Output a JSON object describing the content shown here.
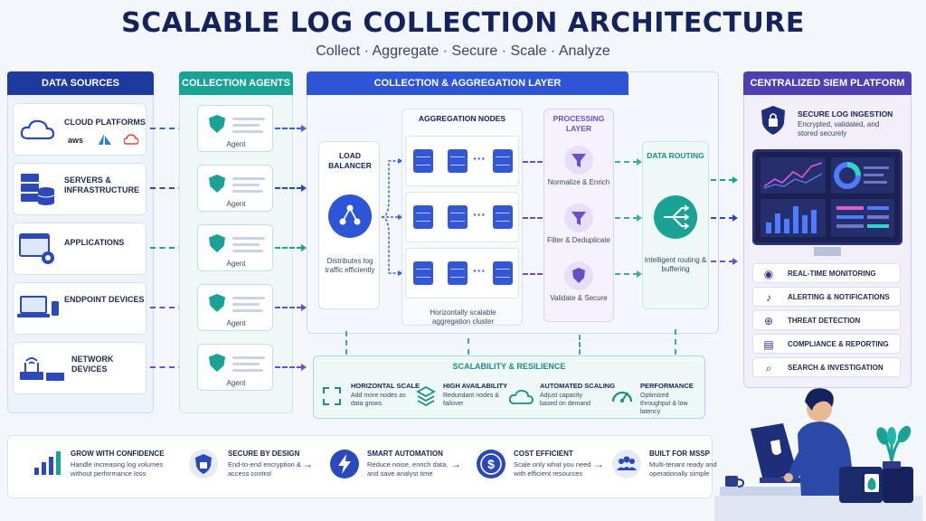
{
  "title": "SCALABLE LOG COLLECTION ARCHITECTURE",
  "subtitle": "Collect · Aggregate · Secure · Scale · Analyze",
  "data_sources": {
    "header": "DATA SOURCES",
    "items": [
      {
        "label": "CLOUD PLATFORMS",
        "extras": [
          "aws"
        ]
      },
      {
        "label": "SERVERS & INFRASTRUCTURE"
      },
      {
        "label": "APPLICATIONS"
      },
      {
        "label": "ENDPOINT DEVICES"
      },
      {
        "label": "NETWORK DEVICES"
      }
    ]
  },
  "agents": {
    "header": "COLLECTION AGENTS",
    "agent_label": "Agent"
  },
  "aggregation": {
    "header": "COLLECTION & AGGREGATION LAYER",
    "load_balancer_title": "LOAD BALANCER",
    "load_balancer_desc": "Distributes log traffic efficiently",
    "nodes_title": "AGGREGATION NODES",
    "nodes_desc": "Horizontally scalable aggregation cluster",
    "processing_title": "PROCESSING LAYER",
    "processing_steps": [
      "Normalize & Enrich",
      "Filter & Deduplicate",
      "Validate & Secure"
    ],
    "routing_title": "DATA ROUTING",
    "routing_desc": "Intelligent routing & buffering"
  },
  "scalability": {
    "title": "SCALABILITY & RESILIENCE",
    "items": [
      {
        "title": "HORIZONTAL SCALE",
        "desc": "Add more nodes as data grows"
      },
      {
        "title": "HIGH AVAILABILITY",
        "desc": "Redundant nodes & failover"
      },
      {
        "title": "AUTOMATED SCALING",
        "desc": "Adjust capacity based on demand"
      },
      {
        "title": "PERFORMANCE",
        "desc": "Optimized throughput & low latency"
      }
    ]
  },
  "siem": {
    "header": "CENTRALIZED SIEM PLATFORM",
    "ingest_title": "SECURE LOG INGESTION",
    "ingest_desc": "Encrypted, validated, and stored securely",
    "features": [
      {
        "label": "REAL-TIME MONITORING",
        "icon": "eye-icon"
      },
      {
        "label": "ALERTING & NOTIFICATIONS",
        "icon": "bell-icon"
      },
      {
        "label": "THREAT DETECTION",
        "icon": "target-icon"
      },
      {
        "label": "COMPLIANCE & REPORTING",
        "icon": "document-icon"
      },
      {
        "label": "SEARCH & INVESTIGATION",
        "icon": "magnifier-icon"
      }
    ]
  },
  "benefits": [
    {
      "title": "GROW WITH CONFIDENCE",
      "desc": "Handle increasing log volumes without performance loss"
    },
    {
      "title": "SECURE BY DESIGN",
      "desc": "End-to-end encryption & access control"
    },
    {
      "title": "SMART AUTOMATION",
      "desc": "Reduce noise, enrich data, and save analyst time"
    },
    {
      "title": "COST EFFICIENT",
      "desc": "Scale only what you need with efficient resources"
    },
    {
      "title": "BUILT FOR MSSP",
      "desc": "Multi-tenant ready and operationally simple"
    }
  ],
  "colors": {
    "navy": "#14235c",
    "blue": "#3457d5",
    "teal": "#1aa296",
    "purple": "#6a4fc8"
  }
}
